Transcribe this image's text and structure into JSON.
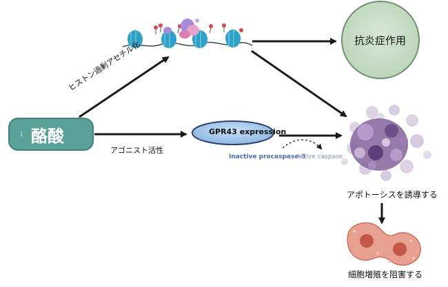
{
  "butyrate": {
    "label": "酪酸",
    "mark": "⌊"
  },
  "outcomes": {
    "anti_inflammatory": "抗炎症作用",
    "apoptosis": "アポトーシスを誘導する",
    "proliferation": "細胞増殖を阻害する"
  },
  "pathways": {
    "histone": "ヒストン過剰アセチル化",
    "agonist": "アゴニスト活性"
  },
  "receptor": {
    "label": "GPR43 expression",
    "inactive": "Inactive procaspase-3",
    "active": "Active caspase"
  },
  "colors": {
    "butyrate_fill": "#5aa197",
    "anti_inflammatory_fill": "#cfe3cf",
    "receptor_fill": "#9cc3e8",
    "nucleosome": "#2e9fc5",
    "apoptotic_cell": "#8a6aa0",
    "dividing_cell": "#e58f80"
  }
}
